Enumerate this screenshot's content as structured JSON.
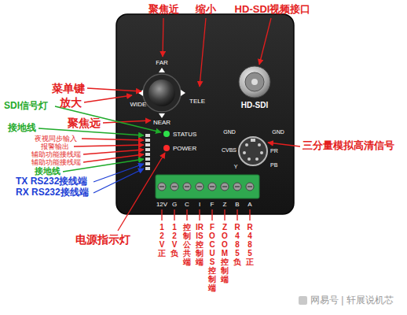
{
  "diagram": {
    "labels": [
      "聚焦近",
      "缩小",
      "HD-SDI视频接口",
      "菜单键",
      "放大",
      "SDI信号灯",
      "聚焦远",
      "接地线",
      "夜视同步输入",
      "报警输出",
      "辅助功能接线端",
      "辅助功能接线端",
      "接地线",
      "TX RS232接线端",
      "RX RS232接线端",
      "电源指示灯",
      "三分量模拟高清信号",
      "FAR",
      "WIDE",
      "TELE",
      "NEAR",
      "STATUS",
      "POWER",
      "HD-SDI",
      "GND",
      "GND",
      "CVBS",
      "PR",
      "Y",
      "PB",
      "12V",
      "G",
      "C",
      "I",
      "F",
      "Z",
      "B",
      "A",
      "12V正",
      "12V负",
      "控制公共端",
      "IRIS控制端",
      "FOCUS控制端",
      "ZOOM控制端",
      "R485负",
      "R485正",
      "网易号 | 轩展说机芯"
    ]
  }
}
